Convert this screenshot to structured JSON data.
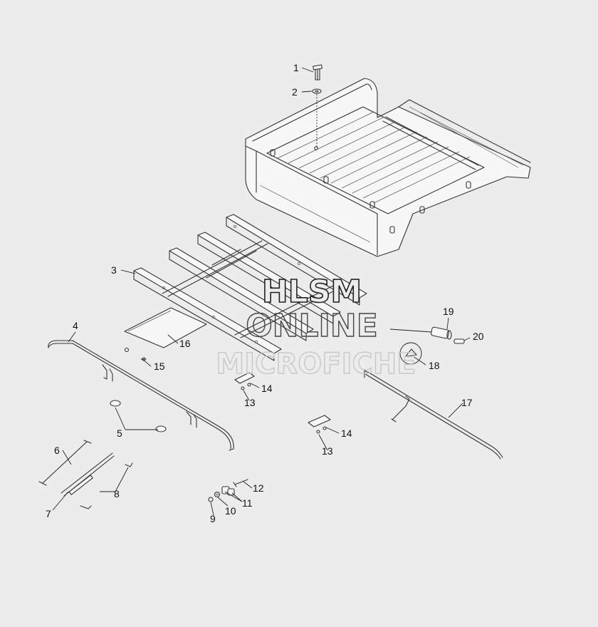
{
  "callouts": {
    "c1": "1",
    "c2": "2",
    "c3": "3",
    "c4": "4",
    "c5": "5",
    "c6": "6",
    "c7": "7",
    "c8": "8",
    "c9": "9",
    "c10": "10",
    "c11": "11",
    "c12": "12",
    "c13a": "13",
    "c13b": "13",
    "c14a": "14",
    "c14b": "14",
    "c15": "15",
    "c16": "16",
    "c17": "17",
    "c18": "18",
    "c19": "19",
    "c20": "20"
  },
  "watermark": {
    "line1": "HLSM",
    "line2": "ONLINE",
    "line3": "MICROFICHE"
  },
  "colors": {
    "background": "#ececec",
    "line": "#333333",
    "watermark_dark": "#222222",
    "watermark_light": "#c8c8c8"
  }
}
